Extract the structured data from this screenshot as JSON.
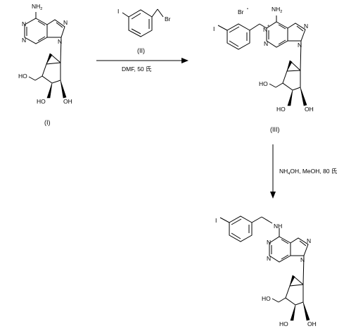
{
  "compounds": {
    "I": {
      "caption": "(I)",
      "atoms": {
        "nh2_n": "NH",
        "nh2_sub": "2",
        "n1": "N",
        "n3": "N",
        "n7": "N",
        "n9": "N",
        "ho": "HO",
        "ho1": "HO",
        "oh": "OH"
      }
    },
    "II": {
      "caption": "(II)",
      "atoms": {
        "i": "I",
        "br": "Br"
      }
    },
    "III": {
      "caption": "(III)",
      "atoms": {
        "br": "Br",
        "br_charge": "•",
        "nh2_n": "NH",
        "nh2_sub": "2",
        "n1": "N",
        "n1_charge": "+",
        "n3": "N",
        "n7": "N",
        "n9": "N",
        "i": "I",
        "ho": "HO",
        "ho1": "HO",
        "oh": "OH"
      }
    },
    "product": {
      "atoms": {
        "i": "I",
        "nh": "NH",
        "n1": "N",
        "n3": "N",
        "n7": "N",
        "n9": "N",
        "ho": "HO",
        "ho1": "HO",
        "oh": "OH"
      }
    }
  },
  "steps": [
    {
      "conditions": "DMF, 50 氏"
    },
    {
      "reagent_prefix": "NH",
      "reagent_sub": "4",
      "reagent_rest": "OH, MeOH, 80 氏"
    }
  ]
}
